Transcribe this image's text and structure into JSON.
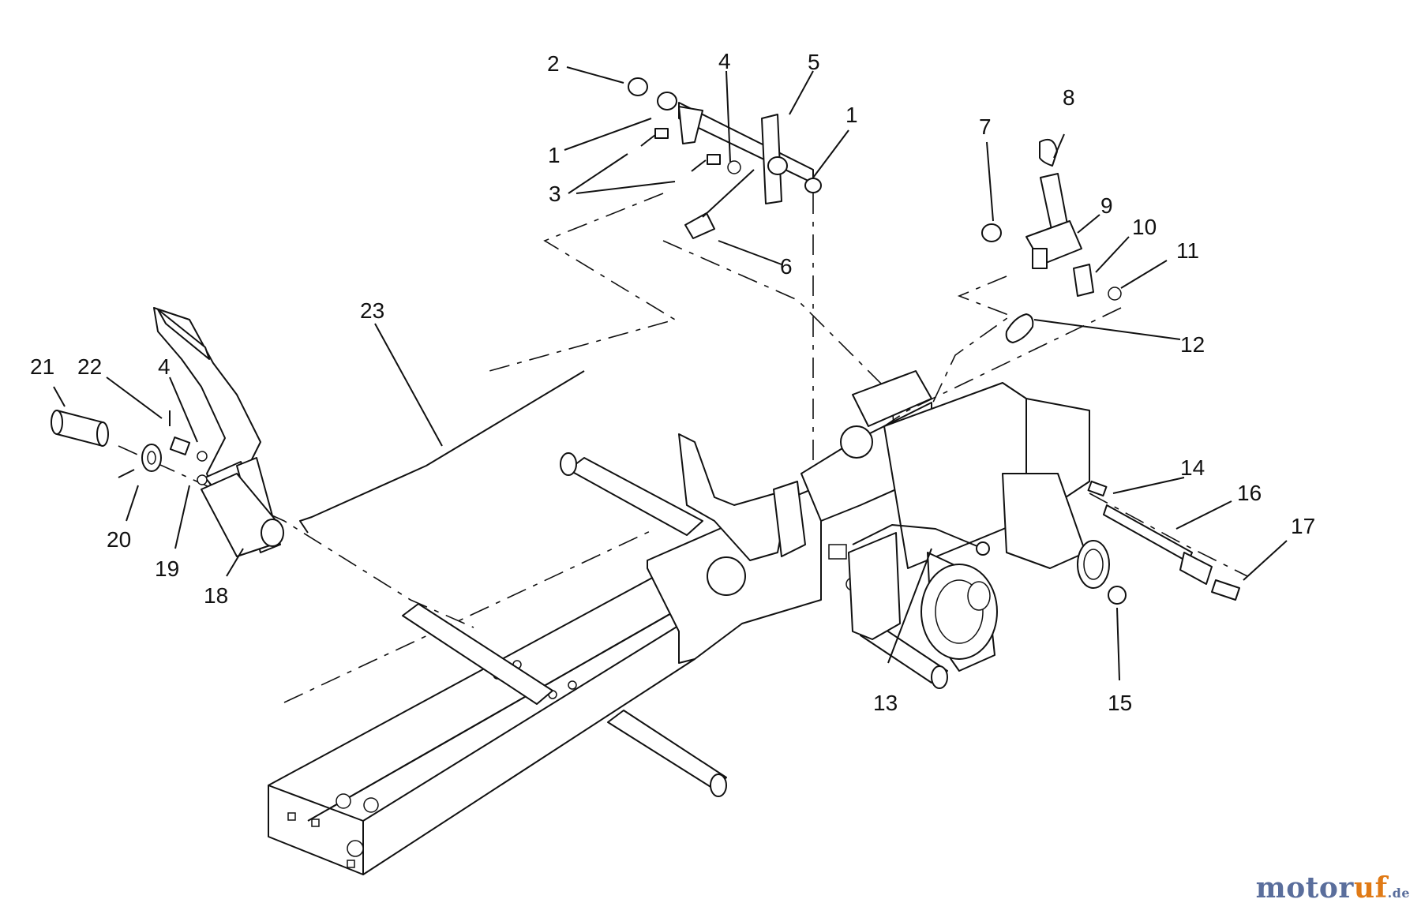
{
  "diagram": {
    "callouts": [
      "1",
      "2",
      "3",
      "4",
      "5",
      "1",
      "7",
      "8",
      "9",
      "10",
      "11",
      "6",
      "12",
      "23",
      "21",
      "22",
      "4",
      "14",
      "16",
      "17",
      "20",
      "19",
      "18",
      "13",
      "15"
    ]
  },
  "watermark": {
    "part1": "motor",
    "part2": "uf",
    "part3": ".de"
  }
}
